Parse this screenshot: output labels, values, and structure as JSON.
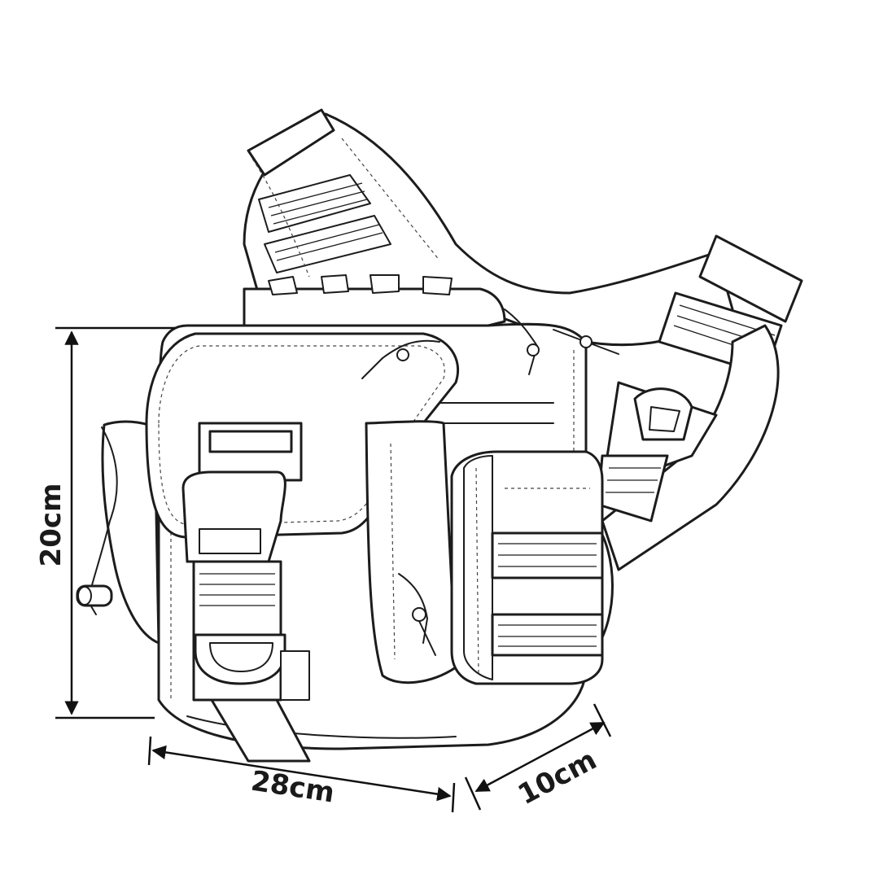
{
  "dimensions": {
    "height": "20cm",
    "width": "28cm",
    "depth": "10cm"
  }
}
